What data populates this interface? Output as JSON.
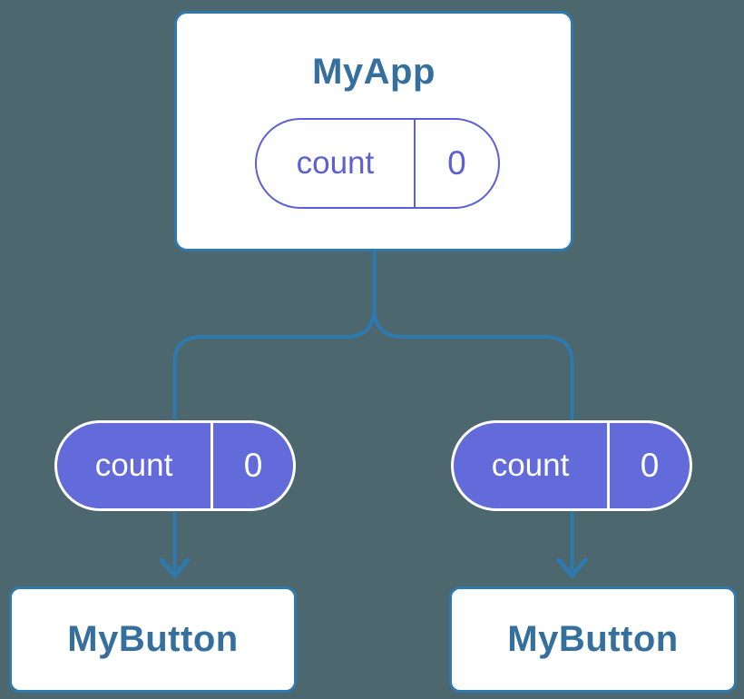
{
  "colors": {
    "bg": "#4D676E",
    "line": "#2E79AE",
    "label": "#356F9E",
    "purple-fill": "#636BDB",
    "purple-stroke": "#5B60D6",
    "card-bg": "#FFFFFF",
    "pill-text-light": "#FFFFFF"
  },
  "root": {
    "title": "MyApp",
    "state": {
      "name": "count",
      "value": "0"
    }
  },
  "children": [
    {
      "title": "MyButton",
      "prop": {
        "name": "count",
        "value": "0"
      }
    },
    {
      "title": "MyButton",
      "prop": {
        "name": "count",
        "value": "0"
      }
    }
  ]
}
